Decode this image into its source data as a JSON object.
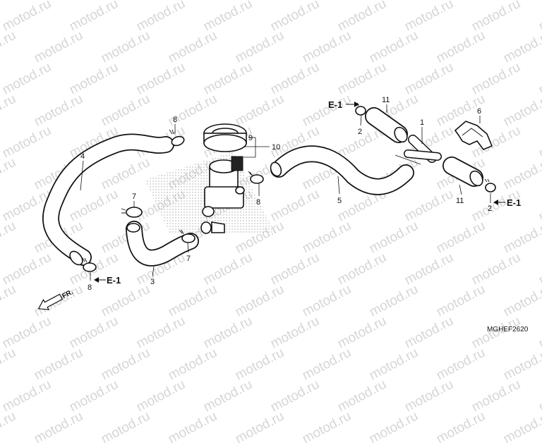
{
  "watermark": "motod.ru",
  "diagram_code": "MGHEF2620",
  "direction_label": "FR.",
  "ref_label": "E-1",
  "callouts": {
    "c1": "1",
    "c2a": "2",
    "c2b": "2",
    "c3": "3",
    "c4": "4",
    "c5": "5",
    "c6": "6",
    "c7a": "7",
    "c7b": "7",
    "c8a": "8",
    "c8b": "8",
    "c8c": "8",
    "c9": "9",
    "c10": "10",
    "c11a": "11",
    "c11b": "11"
  },
  "refs": {
    "r1": "E-1",
    "r2": "E-1",
    "r3": "E-1"
  }
}
